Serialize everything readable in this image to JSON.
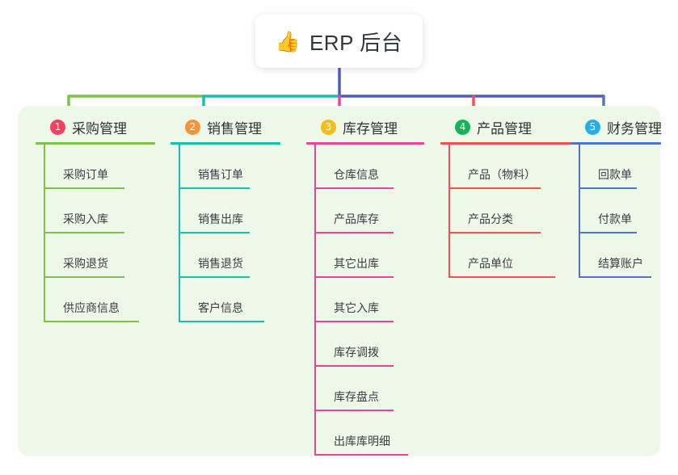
{
  "title": {
    "emoji": "👍",
    "emoji_name": "thumbs-up-emoji",
    "text": "ERP 后台"
  },
  "colors": {
    "panel_bg": "#eef8e9",
    "page_bg": "#ffffff",
    "title_text": "#32353d",
    "root_connector": "#4f5bbf"
  },
  "columns": [
    {
      "index": "1",
      "title": "采购管理",
      "badge_color": "#f2425f",
      "line_color": "#7cc24a",
      "items": [
        "采购订单",
        "采购入库",
        "采购退货",
        "供应商信息"
      ]
    },
    {
      "index": "2",
      "title": "销售管理",
      "badge_color": "#f8923a",
      "line_color": "#18bfae",
      "items": [
        "销售订单",
        "销售出库",
        "销售退货",
        "客户信息"
      ]
    },
    {
      "index": "3",
      "title": "库存管理",
      "badge_color": "#f6bb1c",
      "line_color": "#e8449b",
      "items": [
        "仓库信息",
        "产品库存",
        "其它出库",
        "其它入库",
        "库存调拨",
        "库存盘点",
        "出库库明细"
      ]
    },
    {
      "index": "4",
      "title": "产品管理",
      "badge_color": "#14b457",
      "line_color": "#f4504f",
      "items": [
        "产品（物料）",
        "产品分类",
        "产品单位"
      ]
    },
    {
      "index": "5",
      "title": "财务管理",
      "badge_color": "#22b0e8",
      "line_color": "#4f74c8",
      "items": [
        "回款单",
        "付款单",
        "结算账户"
      ]
    }
  ]
}
